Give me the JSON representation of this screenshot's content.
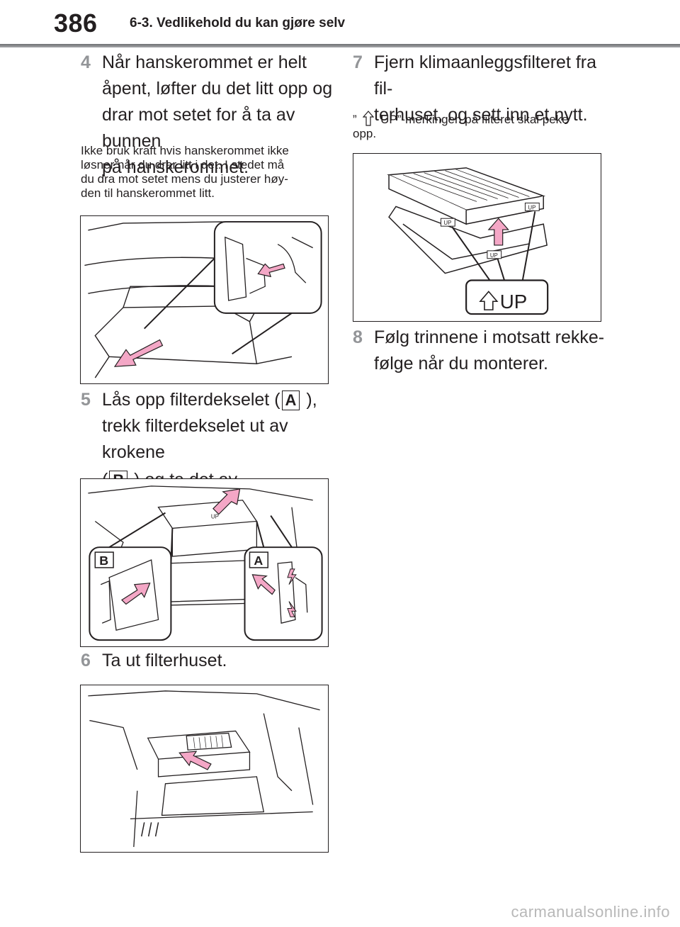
{
  "header": {
    "page_number": "386",
    "section_title": "6-3. Vedlikehold du kan gjøre selv"
  },
  "left": {
    "step4": {
      "number": "4",
      "lines": [
        "Når hanskerommet er helt",
        "åpent, løfter du det litt opp og",
        "drar mot setet for å ta av bunnen",
        "på hanskerommet."
      ]
    },
    "note": {
      "lines": [
        "Ikke bruk kraft hvis hanskerommet ikke",
        "løsner når du drar litt i det. I stedet må",
        "du dra mot setet mens du justerer høy-",
        "den til hanskerommet litt."
      ]
    },
    "step5": {
      "number": "5",
      "line1_before": "Lås opp filterdekselet (",
      "label_a": "A",
      "line1_after": " ),",
      "line2": "trekk filterdekselet ut av krokene",
      "line3_before": "(",
      "label_b": "B",
      "line3_after": " ) og ta det av."
    },
    "fig2": {
      "label_b": "B",
      "label_a": "A"
    },
    "step6": {
      "number": "6",
      "text": "Ta ut filterhuset."
    }
  },
  "right": {
    "step7": {
      "number": "7",
      "lines": [
        "Fjern klimaanleggsfilteret fra fil-",
        "terhuset, og sett inn et nytt."
      ]
    },
    "note": {
      "open_quote": "”",
      "line1_rest": "UP”-merkingen på filteret skal peke",
      "line2": "opp."
    },
    "fig4": {
      "up_label": "UP",
      "small_up": "UP"
    },
    "step8": {
      "number": "8",
      "lines": [
        "Følg trinnene i motsatt rekke-",
        "følge når du monterer."
      ]
    }
  },
  "footer": {
    "watermark": "carmanualsonline.info"
  },
  "colors": {
    "arrow": "#f4a7c6",
    "arrow_stroke": "#231f20",
    "step_number": "#939598"
  }
}
